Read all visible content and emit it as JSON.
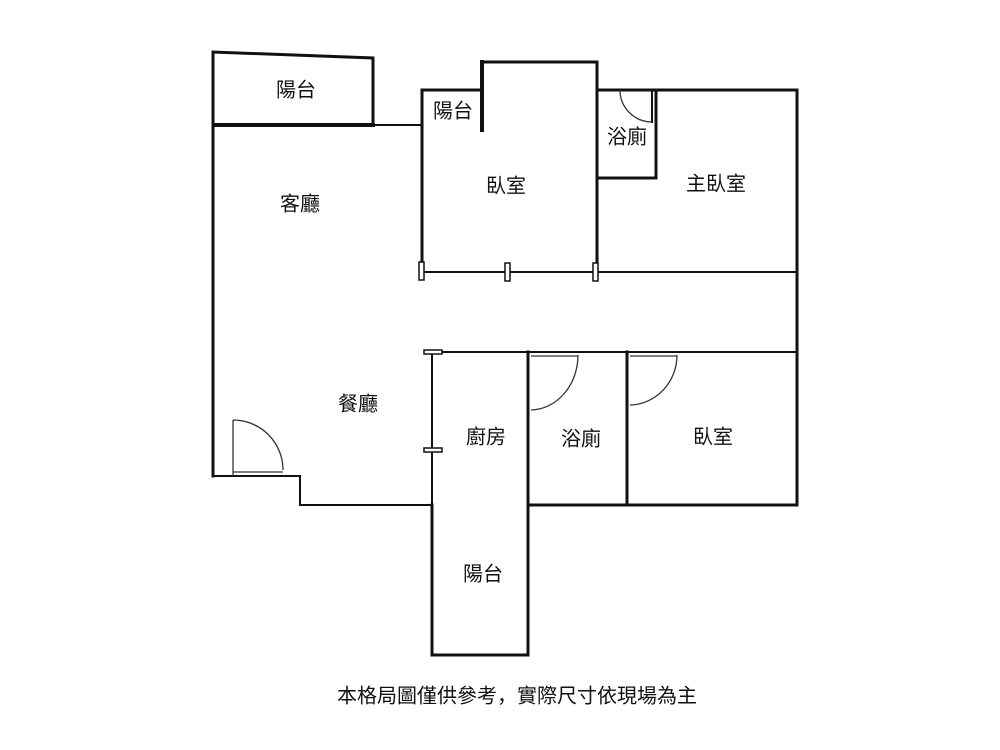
{
  "rooms": {
    "balcony_top_left": "陽台",
    "balcony_small": "陽台",
    "bath_top": "浴廁",
    "bedroom_top": "臥室",
    "master_bedroom": "主臥室",
    "living_room": "客廳",
    "dining_room": "餐廳",
    "kitchen": "廚房",
    "bath_bottom": "浴廁",
    "bedroom_bottom": "臥室",
    "balcony_bottom": "陽台"
  },
  "caption": "本格局圖僅供參考，實際尺寸依現場為主"
}
